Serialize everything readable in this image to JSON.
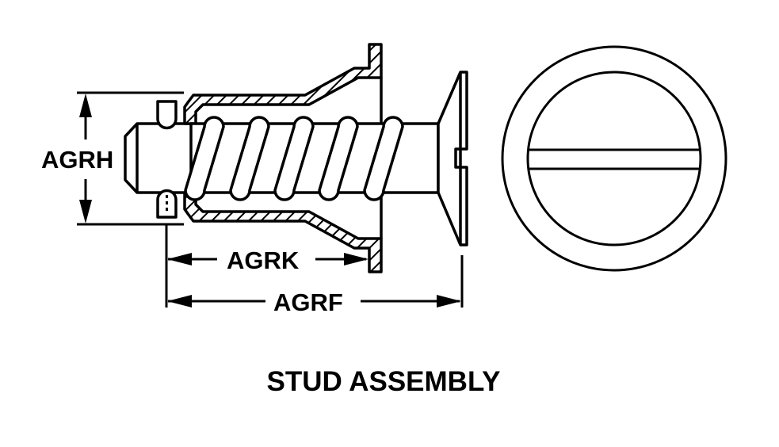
{
  "figure": {
    "title": "STUD ASSEMBLY",
    "dimensions": {
      "height_label": "AGRH",
      "receptacle_length_label": "AGRK",
      "overall_length_label": "AGRF"
    },
    "views": [
      "side-section-view",
      "end-view"
    ],
    "colors": {
      "line": "#000000",
      "background": "#ffffff"
    }
  }
}
